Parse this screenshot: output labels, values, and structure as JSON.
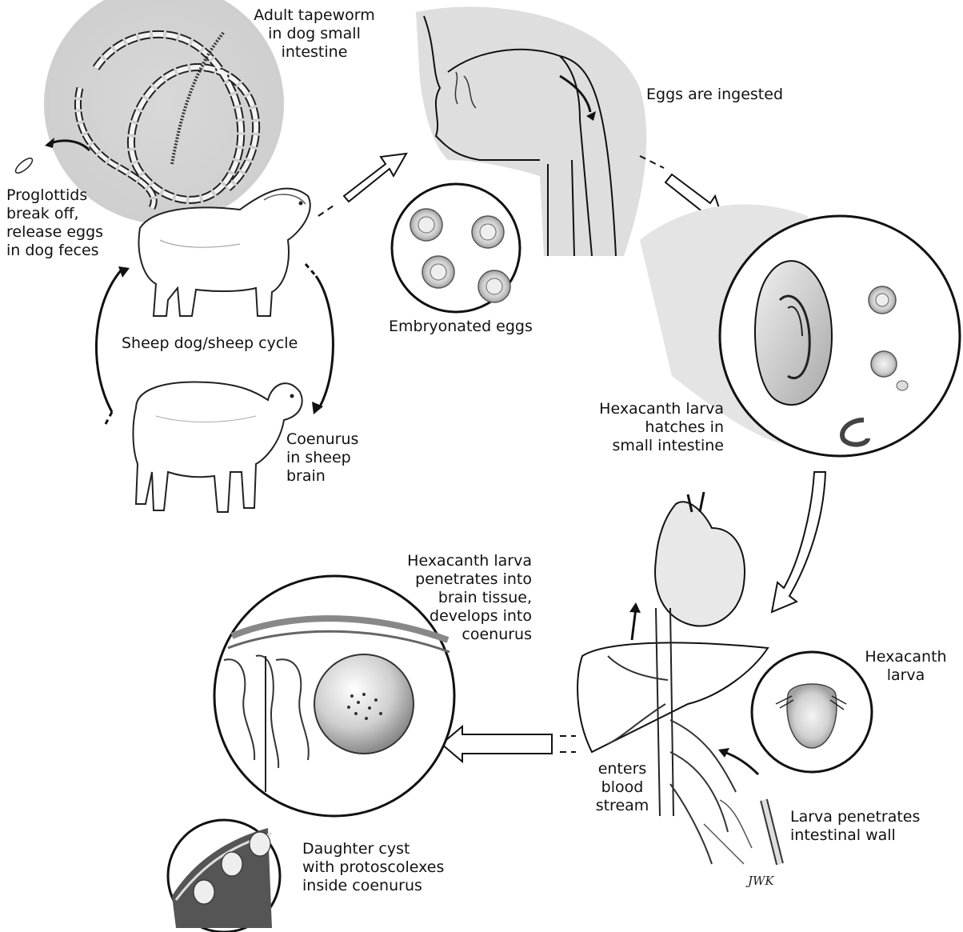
{
  "labels": {
    "adult_tapeworm": [
      "Adult tapeworm",
      "in dog small",
      "intestine"
    ],
    "proglottids": [
      "Proglottids",
      "break off,",
      "release eggs",
      "in dog feces"
    ],
    "cycle": "Sheep dog/sheep cycle",
    "coenurus_sheep": [
      "Coenurus",
      "in sheep",
      "brain"
    ],
    "eggs_ingested": "Eggs are ingested",
    "embryonated_eggs": "Embryonated eggs",
    "hexacanth_hatches": [
      "Hexacanth larva",
      "hatches in",
      "small intestine"
    ],
    "hexacanth_penetrates": [
      "Hexacanth larva",
      "penetrates into",
      "brain tissue,",
      "develops into",
      "coenurus"
    ],
    "hexacanth_larva": [
      "Hexacanth",
      "larva"
    ],
    "enters_blood": [
      "enters",
      "blood",
      "stream"
    ],
    "larva_penetrates_wall": [
      "Larva penetrates",
      "intestinal wall"
    ],
    "daughter_cyst": [
      "Daughter cyst",
      "with protoscolexes",
      "inside coenurus"
    ]
  },
  "signature": "JWK",
  "colors": {
    "ink": "#111111",
    "shade": "#dcdcdc",
    "mid": "#b8b8b8",
    "paper": "#ffffff"
  }
}
